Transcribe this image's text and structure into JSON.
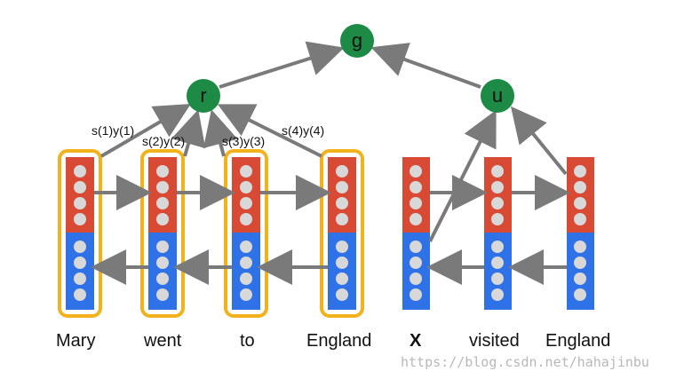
{
  "nodes": {
    "g": "g",
    "r": "r",
    "u": "u"
  },
  "edge_labels": {
    "mary": "s(1)y(1)",
    "went": "s(2)y(2)",
    "to": "s(3)y(3)",
    "england": "s(4)y(4)"
  },
  "words": {
    "mary": "Mary",
    "went": "went",
    "to": "to",
    "england_left": "England",
    "x": "X",
    "visited": "visited",
    "england_right": "England"
  },
  "watermark": "https://blog.csdn.net/hahajinbu",
  "colors": {
    "green": "#1d8a46",
    "red": "#d94a35",
    "blue": "#2f72e7",
    "gold": "#f2b21c",
    "arrow": "#7a7a7a",
    "dot": "#d8d8d8"
  }
}
